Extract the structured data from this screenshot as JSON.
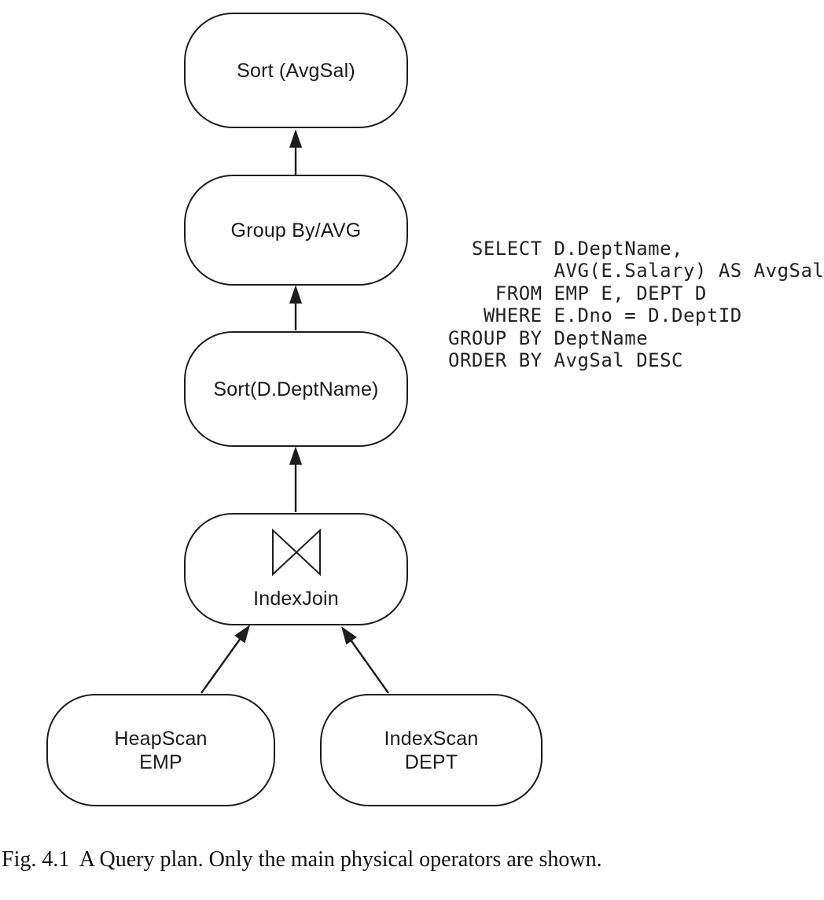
{
  "figure": {
    "plan": {
      "nodes": [
        {
          "id": "sort-avgsal",
          "label": "Sort (AvgSal)"
        },
        {
          "id": "group-by-avg",
          "label": "Group By/AVG"
        },
        {
          "id": "sort-deptname",
          "label": "Sort(D.DeptName)"
        },
        {
          "id": "index-join",
          "label": "IndexJoin",
          "icon": "join-bowtie-icon"
        },
        {
          "id": "heapscan-emp",
          "label": "HeapScan\nEMP"
        },
        {
          "id": "indexscan-dept",
          "label": "IndexScan\nDEPT"
        }
      ],
      "edges": [
        {
          "from": "group-by-avg",
          "to": "sort-avgsal"
        },
        {
          "from": "sort-deptname",
          "to": "group-by-avg"
        },
        {
          "from": "index-join",
          "to": "sort-deptname"
        },
        {
          "from": "heapscan-emp",
          "to": "index-join"
        },
        {
          "from": "indexscan-dept",
          "to": "index-join"
        }
      ]
    },
    "sql": {
      "text": "  SELECT D.DeptName,\n         AVG(E.Salary) AS AvgSal\n    FROM EMP E, DEPT D\n   WHERE E.Dno = D.DeptID\nGROUP BY DeptName\nORDER BY AvgSal DESC"
    },
    "caption": "Fig. 4.1  A Query plan. Only the main physical operators are shown.",
    "colors": {
      "ink": "#1d1d1d",
      "background": "#ffffff"
    }
  }
}
